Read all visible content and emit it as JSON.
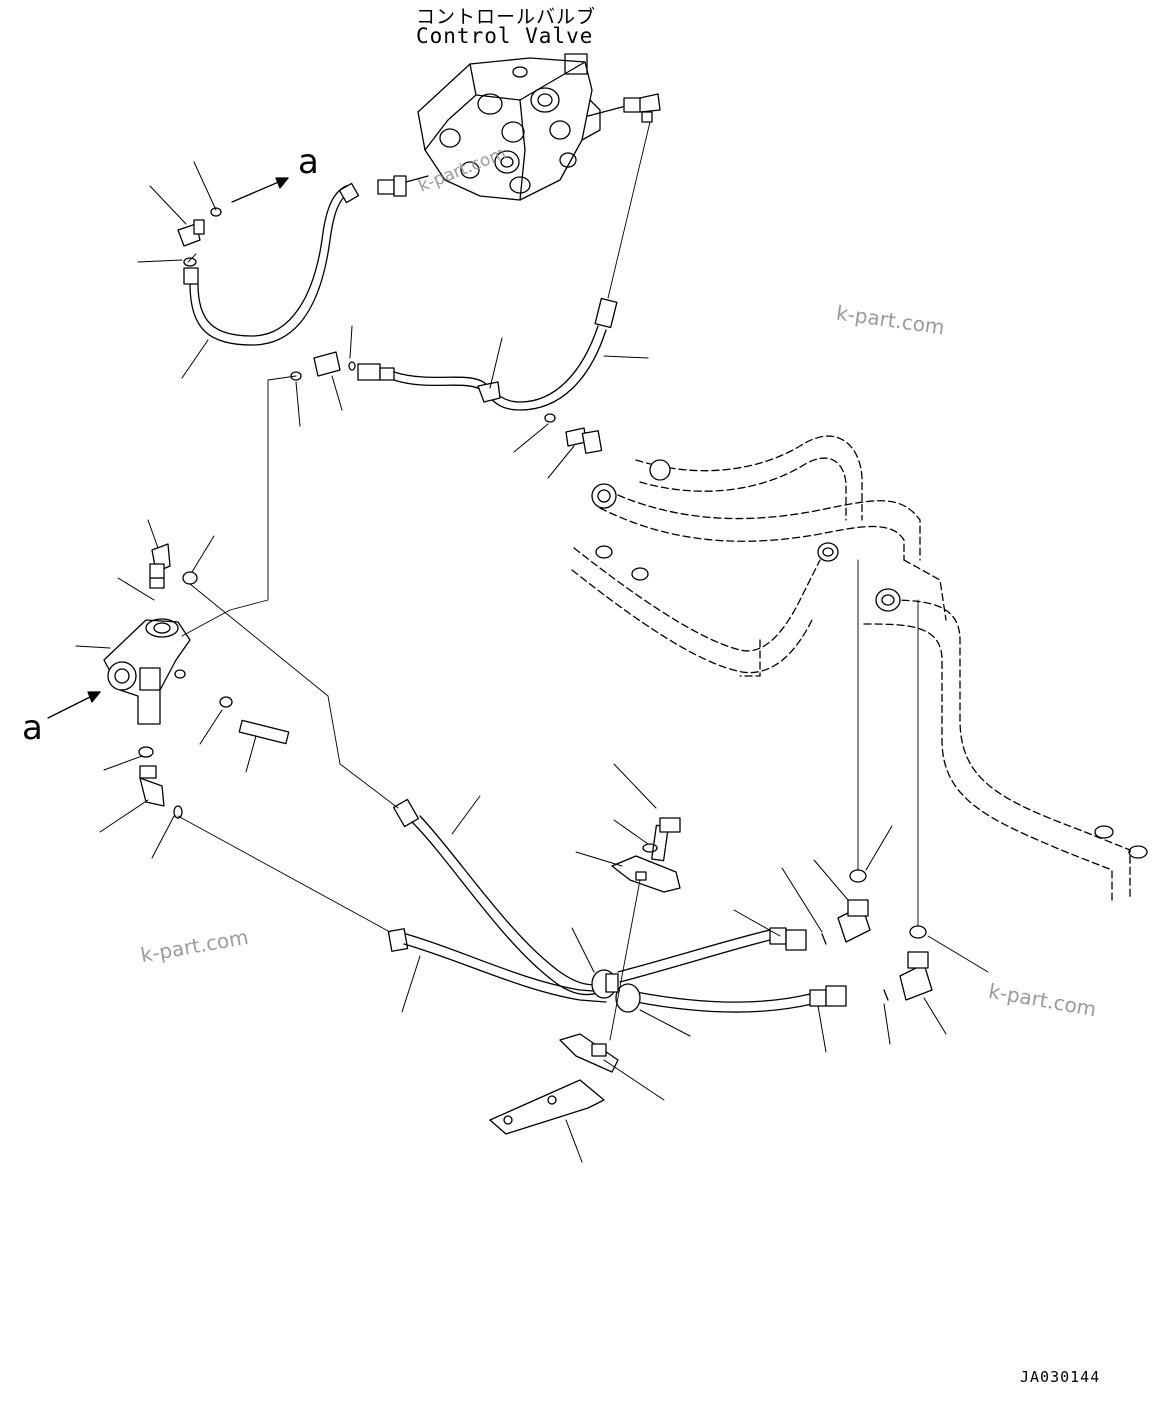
{
  "diagram": {
    "title_jp": "コントロールバルブ",
    "title_en": "Control Valve",
    "view_marker_top": "a",
    "view_marker_left": "a",
    "drawing_code": "JA030144",
    "watermarks": [
      "k-part.com",
      "k-part.com",
      "k-part.com",
      "k-part.com"
    ]
  }
}
